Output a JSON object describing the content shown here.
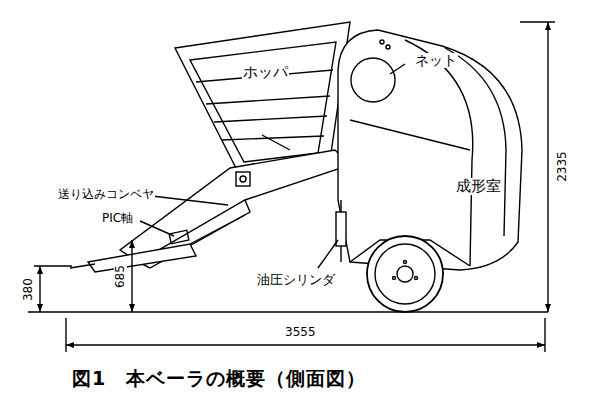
{
  "diagram": {
    "caption": "図1　本ベーラの概要（側面図）",
    "labels": [
      "ホッパ",
      "ネット",
      "送り込みコンベヤ",
      "PIC軸",
      "成形室",
      "油圧シリンダ",
      "2335",
      "380",
      "685",
      "3555"
    ]
  }
}
